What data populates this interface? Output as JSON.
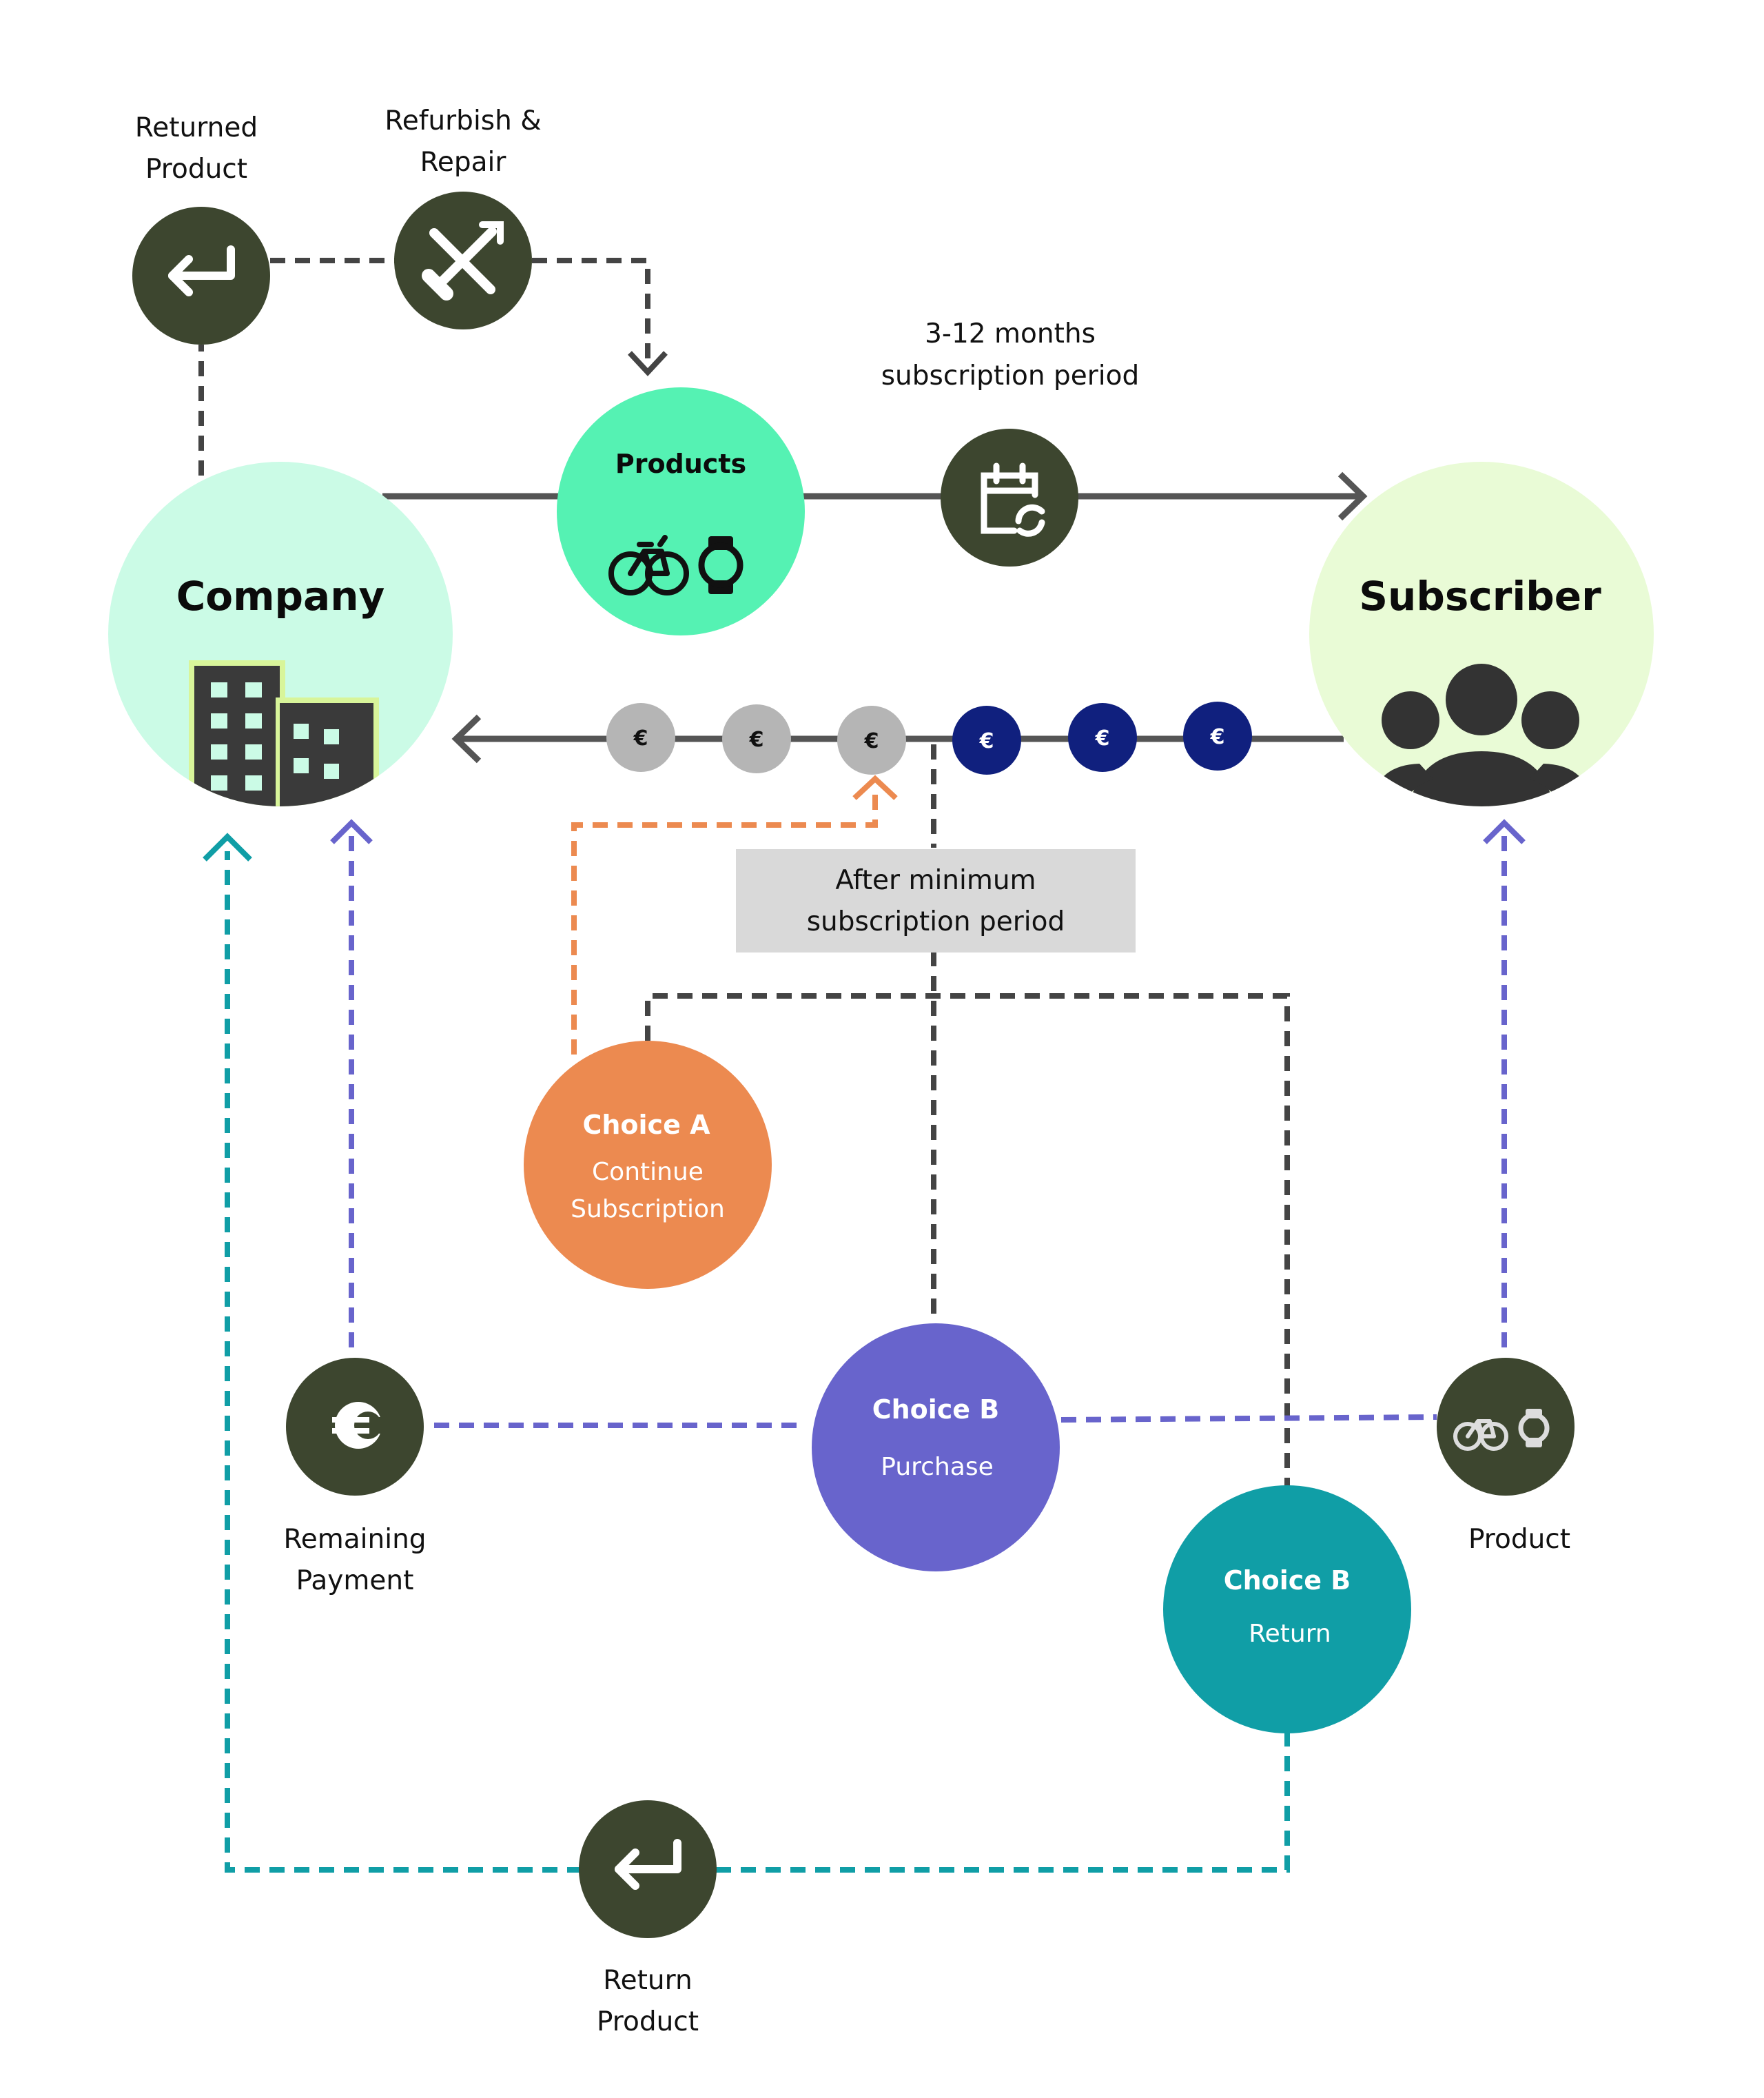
{
  "colors": {
    "dark_node": "#3d462f",
    "line_gray": "#555555",
    "dash_gray": "#444444",
    "company_bg": "#cbfbe6",
    "subscriber_bg": "#e9fbd6",
    "products_bg": "#55f2b3",
    "coin_gray": "#b5b5b5",
    "coin_navy": "#10207e",
    "choice_a": "#ec8a50",
    "choice_b_purchase": "#6864cc",
    "choice_b_return": "#109ea6",
    "note_box": "#d9d9d9"
  },
  "labels": {
    "returned_product": [
      "Returned",
      "Product"
    ],
    "refurbish": [
      "Refurbish &",
      "Repair"
    ],
    "subscription_period": [
      "3-12 months",
      "subscription period"
    ],
    "remaining_payment": [
      "Remaining",
      "Payment"
    ],
    "product": "Product",
    "return_product": [
      "Return",
      "Product"
    ]
  },
  "nodes": {
    "company": "Company",
    "subscriber": "Subscriber",
    "products": "Products"
  },
  "note": [
    "After minimum",
    "subscription period"
  ],
  "choices": {
    "a": {
      "title": "Choice A",
      "sub": [
        "Continue",
        "Subscription"
      ]
    },
    "b_purchase": {
      "title": "Choice B",
      "sub": "Purchase"
    },
    "b_return": {
      "title": "Choice B",
      "sub": "Return"
    }
  },
  "coin_symbol": "€",
  "icons": {
    "returned": "return-arrow-icon",
    "refurbish": "tools-icon",
    "calendar": "calendar-refresh-icon",
    "building": "building-icon",
    "people": "people-group-icon",
    "bike": "bicycle-icon",
    "watch": "smartwatch-icon",
    "euro": "euro-icon"
  }
}
